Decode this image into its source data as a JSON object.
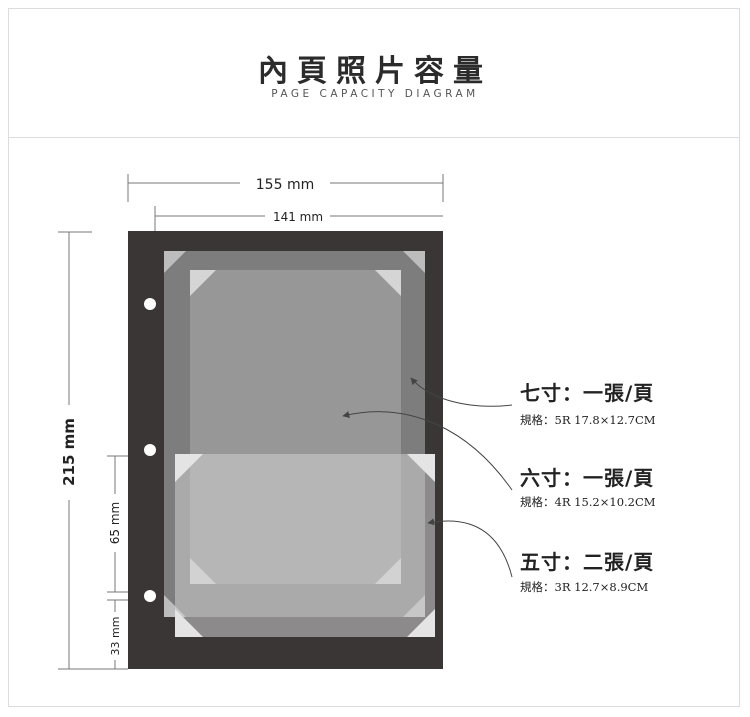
{
  "header": {
    "title": "內頁照片容量",
    "subtitle": "PAGE CAPACITY DIAGRAM"
  },
  "dimensions": {
    "outer_width": "155 mm",
    "inner_width": "141 mm",
    "height": "215 mm",
    "mid_span": "65 mm",
    "bottom_span": "33 mm"
  },
  "photo_sizes": [
    {
      "title": "七寸：一張/頁",
      "spec": "規格：5R  17.8×12.7CM"
    },
    {
      "title": "六寸：一張/頁",
      "spec": "規格：4R  15.2×10.2CM"
    },
    {
      "title": "五寸：二張/頁",
      "spec": "規格：3R  12.7×8.9CM"
    }
  ],
  "colors": {
    "page": "#3a3635",
    "line": "#555555"
  }
}
